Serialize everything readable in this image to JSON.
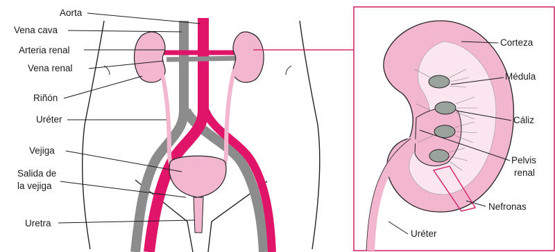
{
  "colors": {
    "artery": "#e0156a",
    "vein": "#8c8c8c",
    "organ": "#f3b6cf",
    "organ_light": "#fbe6ef",
    "medulla": "#9aa39b",
    "frame": "#d6286e"
  },
  "left_labels": {
    "aorta": "Aorta",
    "vena_cava": "Vena cava",
    "renal_artery": "Arteria renal",
    "renal_vein": "Vena renal",
    "kidney": "Riñón",
    "ureter": "Uréter",
    "bladder": "Vejiga",
    "bladder_outlet_line1": "Salida de",
    "bladder_outlet_line2": "la vejiga",
    "urethra": "Uretra"
  },
  "right_labels": {
    "cortex": "Corteza",
    "medulla": "Médula",
    "calyx": "Cáliz",
    "pelvis_line1": "Pelvis",
    "pelvis_line2": "renal",
    "nephrons": "Nefronas",
    "ureter": "Uréter"
  }
}
